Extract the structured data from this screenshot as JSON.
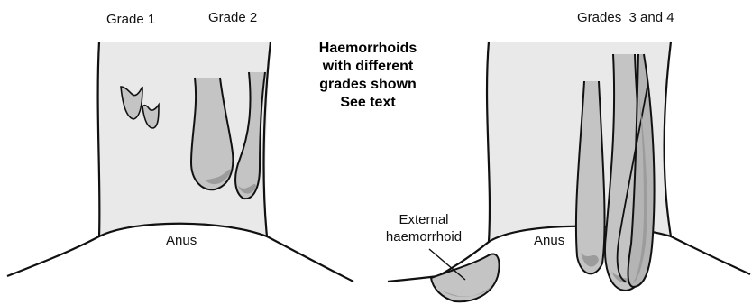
{
  "labels": {
    "grade_1": "Grade 1",
    "grade_2": "Grade 2",
    "grades_3_4": "Grades  3 and 4",
    "anus_left": "Anus",
    "anus_right": "Anus",
    "external_line1": "External",
    "external_line2": "haemorrhoid"
  },
  "caption": [
    "Haemorrhoids",
    "with different",
    "grades shown",
    "See text"
  ],
  "colors": {
    "canal_fill": "#e9e9e9",
    "haemorrhoid_fill": "#c4c4c4",
    "haemorrhoid_shadow": "#9c9c9c",
    "outline": "#111111"
  }
}
